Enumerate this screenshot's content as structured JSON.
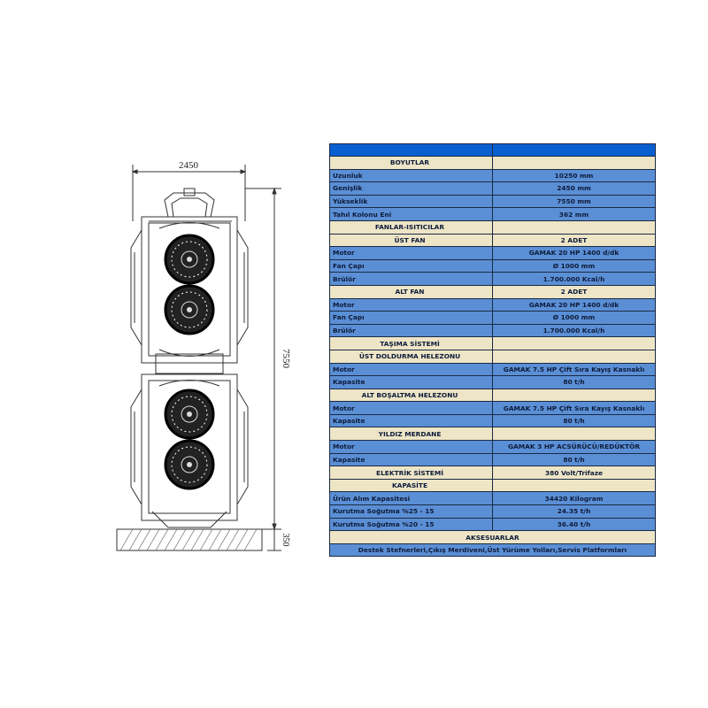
{
  "drawing": {
    "width_dim": "2450",
    "height_dim": "7550",
    "base_dim": "350"
  },
  "table": {
    "rows": [
      {
        "kind": "header",
        "label": "BOYUTLAR",
        "value": ""
      },
      {
        "kind": "data",
        "label": "Uzunluk",
        "value": "10250 mm"
      },
      {
        "kind": "data",
        "label": "Genişlik",
        "value": "2450 mm"
      },
      {
        "kind": "data",
        "label": "Yükseklik",
        "value": "7550 mm"
      },
      {
        "kind": "data",
        "label": "Tahıl Kolonu Eni",
        "value": "362 mm"
      },
      {
        "kind": "header",
        "label": "FANLAR-ISITICILAR",
        "value": ""
      },
      {
        "kind": "subheader",
        "label": "ÜST FAN",
        "value": "2 ADET"
      },
      {
        "kind": "data",
        "label": "Motor",
        "value": "GAMAK 20 HP 1400 d/dk"
      },
      {
        "kind": "data",
        "label": "Fan Çapı",
        "value": "Ø 1000 mm"
      },
      {
        "kind": "data",
        "label": "Brülör",
        "value": "1.700.000 Kcal/h"
      },
      {
        "kind": "subheader",
        "label": "ALT FAN",
        "value": "2 ADET"
      },
      {
        "kind": "data",
        "label": "Motor",
        "value": "GAMAK 20 HP 1400 d/dk"
      },
      {
        "kind": "data",
        "label": "Fan Çapı",
        "value": "Ø 1000 mm"
      },
      {
        "kind": "data",
        "label": "Brülör",
        "value": "1.700.000 Kcal/h"
      },
      {
        "kind": "header",
        "label": "TAŞIMA SİSTEMİ",
        "value": ""
      },
      {
        "kind": "subheader",
        "label": "ÜST DOLDURMA HELEZONU",
        "value": ""
      },
      {
        "kind": "data",
        "label": "Motor",
        "value": "GAMAK 7.5 HP Çift Sıra Kayış Kasnaklı"
      },
      {
        "kind": "data",
        "label": "Kapasite",
        "value": "80 t/h"
      },
      {
        "kind": "subheader",
        "label": "ALT BOŞALTMA HELEZONU",
        "value": ""
      },
      {
        "kind": "data",
        "label": "Motor",
        "value": "GAMAK 7.5 HP Çift Sıra Kayış Kasnaklı"
      },
      {
        "kind": "data",
        "label": "Kapasite",
        "value": "80 t/h"
      },
      {
        "kind": "subheader",
        "label": "YILDIZ MERDANE",
        "value": ""
      },
      {
        "kind": "data",
        "label": "Motor",
        "value": "GAMAK 3 HP ACSÜRÜCÜ/REDÜKTÖR"
      },
      {
        "kind": "data",
        "label": "Kapasite",
        "value": "80 t/h"
      },
      {
        "kind": "subheader",
        "label": "ELEKTRİK SİSTEMİ",
        "value": "380 Volt/Trifaze"
      },
      {
        "kind": "header",
        "label": "KAPASİTE",
        "value": ""
      },
      {
        "kind": "data",
        "label": "Ürün Alım Kapasitesi",
        "value": "34420 Kilogram"
      },
      {
        "kind": "data",
        "label": "Kurutma Soğutma %25 - 15",
        "value": "24.35 t/h"
      },
      {
        "kind": "data",
        "label": "Kurutma Soğutma %20 - 15",
        "value": "36.40 t/h"
      }
    ],
    "accessories_title": "AKSESUARLAR",
    "accessories_text": "Destek Stefnerleri,Çıkış Merdiveni,Üst Yürüme Yolları,Servis Platformları"
  }
}
